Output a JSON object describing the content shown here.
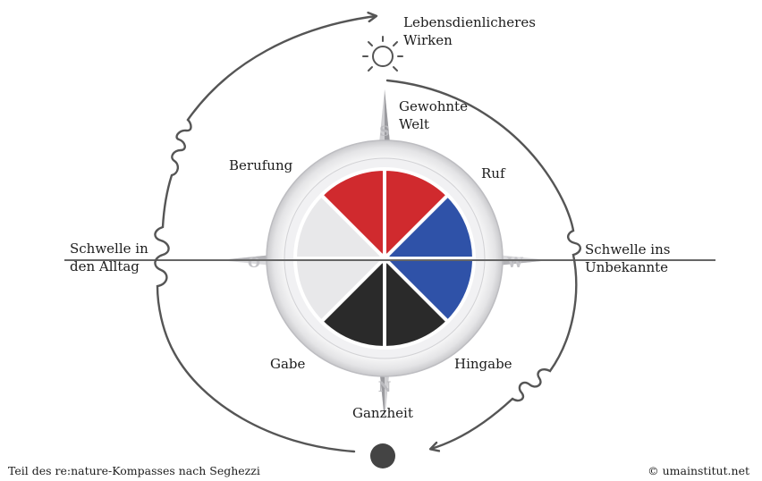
{
  "labels": {
    "top": [
      "Lebensdienlicheres",
      "Wirken"
    ],
    "north_right": [
      "Gewohnte",
      "Welt"
    ],
    "upper_left": "Berufung",
    "upper_right": "Ruf",
    "left": [
      "Schwelle in",
      "den Alltag"
    ],
    "right": [
      "Schwelle ins",
      "Unbekannte"
    ],
    "lower_left": "Gabe",
    "lower_right": "Hingabe",
    "bottom": "Ganzheit"
  },
  "compass_letters": {
    "north_star_top": "S",
    "south_star_bottom": "N",
    "west_star_left": "O",
    "east_star_right": "W"
  },
  "segment_colors": {
    "red": "#d02a2e",
    "blue": "#2f52a8",
    "black": "#2a2a2a",
    "white": "#e8e8ea"
  },
  "footer": {
    "left": "Teil des re:nature-Kompasses nach Seghezzi",
    "right": "© umainstitut.net"
  }
}
